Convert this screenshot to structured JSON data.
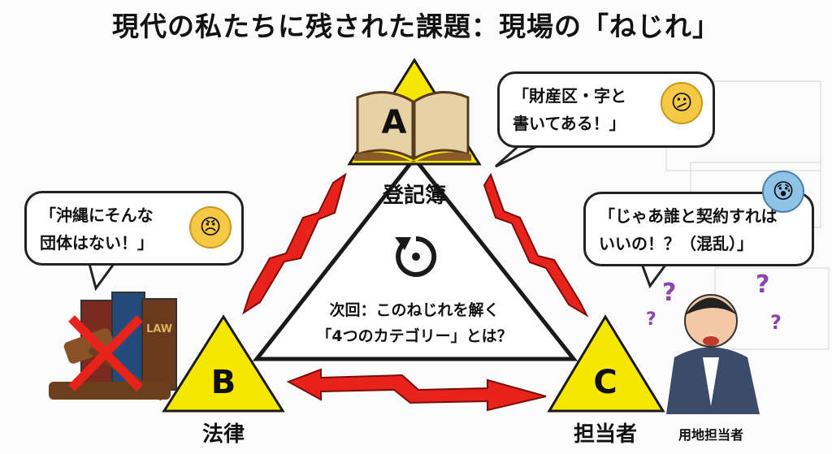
{
  "title": "現代の私たちに残された課題：現場の「ねじれ」",
  "nodes": {
    "a": {
      "letter": "A",
      "label": "登記簿"
    },
    "b": {
      "letter": "B",
      "label": "法律"
    },
    "c": {
      "letter": "C",
      "label": "担当者"
    }
  },
  "center": {
    "line1": "次回：このねじれを解く",
    "line2": "「4つのカテゴリー」とは？"
  },
  "bubbles": {
    "law": {
      "line1": "「沖縄にそんな",
      "line2": "団体はない！」"
    },
    "registry": {
      "line1": "「財産区・字と",
      "line2": "書いてある！」"
    },
    "staff": {
      "line1": "「じゃあ誰と契約すれば",
      "line2": "いいの！？（混乱）」"
    }
  },
  "person_label": "用地担当者",
  "book_cover_text": "LAW",
  "colors": {
    "yellow": "#f7e600",
    "red": "#e8231b",
    "outline": "#1a1a1a"
  }
}
